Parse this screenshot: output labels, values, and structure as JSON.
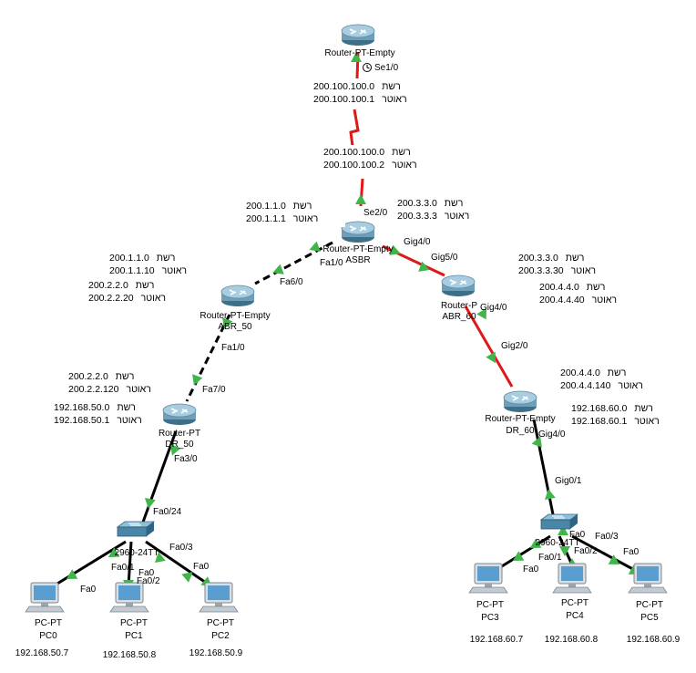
{
  "devices": [
    {
      "id": "r_top",
      "kind": "router",
      "name": "Router-PT-Empty",
      "subname": ""
    },
    {
      "id": "r_asbr",
      "kind": "router",
      "name": "Router-PT-Empty",
      "subname": "ASBR"
    },
    {
      "id": "r_abr50",
      "kind": "router",
      "name": "Router-PT-Empty",
      "subname": "ABR_50"
    },
    {
      "id": "r_abr60",
      "kind": "router",
      "name": "Router-P",
      "subname": "ABR_60"
    },
    {
      "id": "r_dr50",
      "kind": "router",
      "name": "Router-PT",
      "subname": "DR_50"
    },
    {
      "id": "r_dr60",
      "kind": "router",
      "name": "Router-PT-Empty",
      "subname": "DR_60"
    },
    {
      "id": "sw_left",
      "kind": "switch",
      "name": "2960-24TT",
      "subname": ""
    },
    {
      "id": "sw_right",
      "kind": "switch",
      "name": "2960-24TT",
      "subname": ""
    },
    {
      "id": "pc0",
      "kind": "pc",
      "name": "PC-PT",
      "subname": "PC0",
      "ip": "192.168.50.7"
    },
    {
      "id": "pc1",
      "kind": "pc",
      "name": "PC-PT",
      "subname": "PC1",
      "ip": "192.168.50.8"
    },
    {
      "id": "pc2",
      "kind": "pc",
      "name": "PC-PT",
      "subname": "PC2",
      "ip": "192.168.50.9"
    },
    {
      "id": "pc3",
      "kind": "pc",
      "name": "PC-PT",
      "subname": "PC3",
      "ip": "192.168.60.7"
    },
    {
      "id": "pc4",
      "kind": "pc",
      "name": "PC-PT",
      "subname": "PC4",
      "ip": "192.168.60.8"
    },
    {
      "id": "pc5",
      "kind": "pc",
      "name": "PC-PT",
      "subname": "PC5",
      "ip": "192.168.60.9"
    }
  ],
  "links": [
    {
      "id": "l_serial",
      "from": "r_top",
      "to": "r_asbr",
      "type": "serial",
      "status": "down"
    },
    {
      "id": "l_asbr_abr50",
      "from": "r_asbr",
      "to": "r_abr50",
      "type": "dashed",
      "status": "up"
    },
    {
      "id": "l_asbr_abr60",
      "from": "r_asbr",
      "to": "r_abr60",
      "type": "solid",
      "status": "down"
    },
    {
      "id": "l_abr50_dr50",
      "from": "r_abr50",
      "to": "r_dr50",
      "type": "dashed",
      "status": "up"
    },
    {
      "id": "l_abr60_dr60",
      "from": "r_abr60",
      "to": "r_dr60",
      "type": "solid",
      "status": "down"
    },
    {
      "id": "l_dr50_sw",
      "from": "r_dr50",
      "to": "sw_left",
      "type": "solid",
      "status": "up"
    },
    {
      "id": "l_dr60_sw",
      "from": "r_dr60",
      "to": "sw_right",
      "type": "solid",
      "status": "up"
    },
    {
      "id": "l_sw_pc0",
      "from": "sw_left",
      "to": "pc0",
      "type": "solid",
      "status": "up"
    },
    {
      "id": "l_sw_pc1",
      "from": "sw_left",
      "to": "pc1",
      "type": "solid",
      "status": "up"
    },
    {
      "id": "l_sw_pc2",
      "from": "sw_left",
      "to": "pc2",
      "type": "solid",
      "status": "up"
    },
    {
      "id": "l_sw_pc3",
      "from": "sw_right",
      "to": "pc3",
      "type": "solid",
      "status": "up"
    },
    {
      "id": "l_sw_pc4",
      "from": "sw_right",
      "to": "pc4",
      "type": "solid",
      "status": "up"
    },
    {
      "id": "l_sw_pc5",
      "from": "sw_right",
      "to": "pc5",
      "type": "solid",
      "status": "up"
    }
  ],
  "interfaces": [
    {
      "id": "if_se10",
      "text": "Se1/0",
      "clock": true
    },
    {
      "id": "if_se20",
      "text": "Se2/0"
    },
    {
      "id": "if_fa10_asbr",
      "text": "Fa1/0"
    },
    {
      "id": "if_gig40_asbr",
      "text": "Gig4/0"
    },
    {
      "id": "if_fa60",
      "text": "Fa6/0"
    },
    {
      "id": "if_gig50",
      "text": "Gig5/0"
    },
    {
      "id": "if_gig40_abr60",
      "text": "Gig4/0"
    },
    {
      "id": "if_fa10_abr50",
      "text": "Fa1/0"
    },
    {
      "id": "if_fa70",
      "text": "Fa7/0"
    },
    {
      "id": "if_gig20",
      "text": "Gig2/0"
    },
    {
      "id": "if_fa30",
      "text": "Fa3/0"
    },
    {
      "id": "if_gig40_dr60",
      "text": "Gig4/0"
    },
    {
      "id": "if_fa024",
      "text": "Fa0/24"
    },
    {
      "id": "if_gig01",
      "text": "Gig0/1"
    },
    {
      "id": "if_fa01_l",
      "text": "Fa0/1"
    },
    {
      "id": "if_fa02_l",
      "text": "Fa0/2"
    },
    {
      "id": "if_fa03_l",
      "text": "Fa0/3"
    },
    {
      "id": "if_fa0_pc0",
      "text": "Fa0"
    },
    {
      "id": "if_fa0_pc1",
      "text": "Fa0"
    },
    {
      "id": "if_fa0_pc2",
      "text": "Fa0"
    },
    {
      "id": "if_fa0_sw_r",
      "text": "Fa0"
    },
    {
      "id": "if_fa01_r",
      "text": "Fa0/1"
    },
    {
      "id": "if_fa02_r",
      "text": "Fa0/2"
    },
    {
      "id": "if_fa03_r",
      "text": "Fa0/3"
    },
    {
      "id": "if_fa0_pc3",
      "text": "Fa0"
    },
    {
      "id": "if_fa0_pc5",
      "text": "Fa0"
    }
  ],
  "notes": [
    {
      "id": "n1",
      "lines": [
        {
          "ip": "200.100.100.0",
          "tag": "רשת"
        },
        {
          "ip": "200.100.100.1",
          "tag": "ראוטר"
        }
      ]
    },
    {
      "id": "n2",
      "lines": [
        {
          "ip": "200.100.100.0",
          "tag": "רשת"
        },
        {
          "ip": "200.100.100.2",
          "tag": "ראוטר"
        }
      ]
    },
    {
      "id": "n3",
      "lines": [
        {
          "ip": "200.1.1.0",
          "tag": "רשת"
        },
        {
          "ip": "200.1.1.1",
          "tag": "ראוטר"
        }
      ]
    },
    {
      "id": "n4",
      "lines": [
        {
          "ip": "200.3.3.0",
          "tag": "רשת"
        },
        {
          "ip": "200.3.3.3",
          "tag": "ראוטר"
        }
      ]
    },
    {
      "id": "n5",
      "lines": [
        {
          "ip": "200.1.1.0",
          "tag": "רשת"
        },
        {
          "ip": "200.1.1.10",
          "tag": "ראוטר"
        }
      ]
    },
    {
      "id": "n6",
      "lines": [
        {
          "ip": "200.2.2.0",
          "tag": "רשת"
        },
        {
          "ip": "200.2.2.20",
          "tag": "ראוטר"
        }
      ]
    },
    {
      "id": "n7",
      "lines": [
        {
          "ip": "200.3.3.0",
          "tag": "רשת"
        },
        {
          "ip": "200.3.3.30",
          "tag": "ראוטר"
        }
      ]
    },
    {
      "id": "n8",
      "lines": [
        {
          "ip": "200.4.4.0",
          "tag": "רשת"
        },
        {
          "ip": "200.4.4.40",
          "tag": "ראוטר"
        }
      ]
    },
    {
      "id": "n9",
      "lines": [
        {
          "ip": "200.2.2.0",
          "tag": "רשת"
        },
        {
          "ip": "200.2.2.120",
          "tag": "ראוטר"
        }
      ]
    },
    {
      "id": "n10",
      "lines": [
        {
          "ip": "192.168.50.0",
          "tag": "רשת"
        },
        {
          "ip": "192.168.50.1",
          "tag": "ראוטר"
        }
      ]
    },
    {
      "id": "n11",
      "lines": [
        {
          "ip": "200.4.4.0",
          "tag": "רשת"
        },
        {
          "ip": "200.4.4.140",
          "tag": "ראוטר"
        }
      ]
    },
    {
      "id": "n12",
      "lines": [
        {
          "ip": "192.168.60.0",
          "tag": "רשת"
        },
        {
          "ip": "192.168.60.1",
          "tag": "ראוטר"
        }
      ]
    }
  ],
  "colors": {
    "link_up": "#000000",
    "link_down": "#e01818",
    "port_up": "#3fb54a",
    "router_body": "#6f9fb8",
    "switch_body": "#4a86a8",
    "pc_screen": "#5a9ed0"
  }
}
